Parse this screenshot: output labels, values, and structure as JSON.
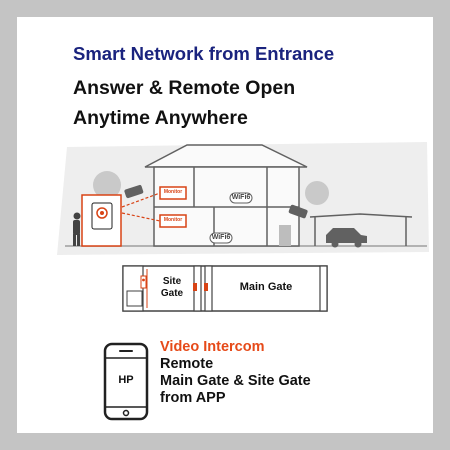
{
  "headline": {
    "line1": "Smart Network from Entrance",
    "line2": "Answer & Remote Open",
    "line3": "Anytime Anywhere"
  },
  "house": {
    "monitor_label": "Monitor",
    "wifi_label": "WiFi6"
  },
  "gates": {
    "site_gate": "Site Gate",
    "main_gate": "Main Gate"
  },
  "phone": {
    "label": "HP"
  },
  "description": {
    "title": "Video Intercom",
    "line1": "Remote",
    "line2": "Main Gate & Site Gate",
    "line3": "from APP"
  },
  "colors": {
    "headline_blue": "#1a237e",
    "accent_red": "#e64a19",
    "frame_gray": "#c4c4c4"
  }
}
